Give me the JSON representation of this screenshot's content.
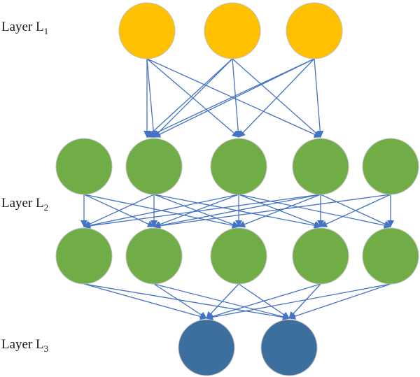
{
  "labels": [
    {
      "prefix": "Layer L",
      "sub": "1"
    },
    {
      "prefix": "Layer L",
      "sub": "2"
    },
    {
      "prefix": "Layer L",
      "sub": "3"
    }
  ],
  "colors": {
    "layer1": "#FFC000",
    "layer2": "#70AD47",
    "layer3": "#3C6E9E",
    "edge": "#4472C4",
    "node_stroke": "#bfbfbf"
  }
}
